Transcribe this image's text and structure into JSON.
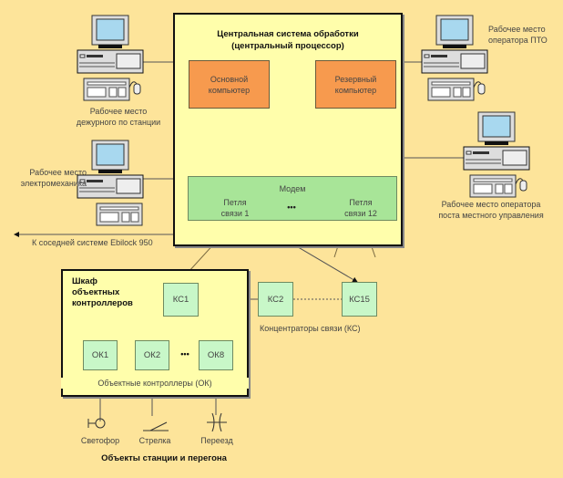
{
  "central": {
    "title_line1": "Центральная система обработки",
    "title_line2": "(центральный процессор)",
    "main_computer": [
      "Основной",
      "компьютер"
    ],
    "backup_computer": [
      "Резервный",
      "компьютер"
    ],
    "modem": {
      "title": "Модем",
      "loop1": [
        "Петля",
        "связи 1"
      ],
      "ellipsis": "•••",
      "loop12": [
        "Петля",
        "связи 12"
      ]
    }
  },
  "workstations": [
    {
      "id": "duty-officer",
      "label": [
        "Рабочее место",
        "дежурного по станции"
      ]
    },
    {
      "id": "electromechanic",
      "label": [
        "Рабочее место",
        "электромеханика"
      ]
    },
    {
      "id": "pto-operator",
      "label": [
        "Рабочее место",
        "оператора ПТО"
      ]
    },
    {
      "id": "local-control-operator",
      "label": [
        "Рабочее место оператора",
        "поста местного управления"
      ]
    }
  ],
  "neighbor_link": "К соседней системе Ebilock 950",
  "cabinet": {
    "title": [
      "Шкаф",
      "объектных",
      "контроллеров"
    ],
    "kc1": "КС1",
    "ok": [
      "ОК1",
      "ОК2",
      "ОК8"
    ],
    "ok_ellipsis": "•••",
    "ok_caption": "Объектные контроллеры (ОК)"
  },
  "concentrators": {
    "kc2": "КС2",
    "kc15": "КС15",
    "caption": "Концентраторы связи (КС)"
  },
  "objects": {
    "signal": "Светофор",
    "switch": "Стрелка",
    "crossing": "Переезд",
    "caption": "Объекты станции и перегона"
  },
  "colors": {
    "background": "#fde49a",
    "panel": "#fffeab",
    "computer_box": "#f79a4e",
    "modem_box": "#a8e598",
    "controller_box": "#c8f7c8"
  }
}
